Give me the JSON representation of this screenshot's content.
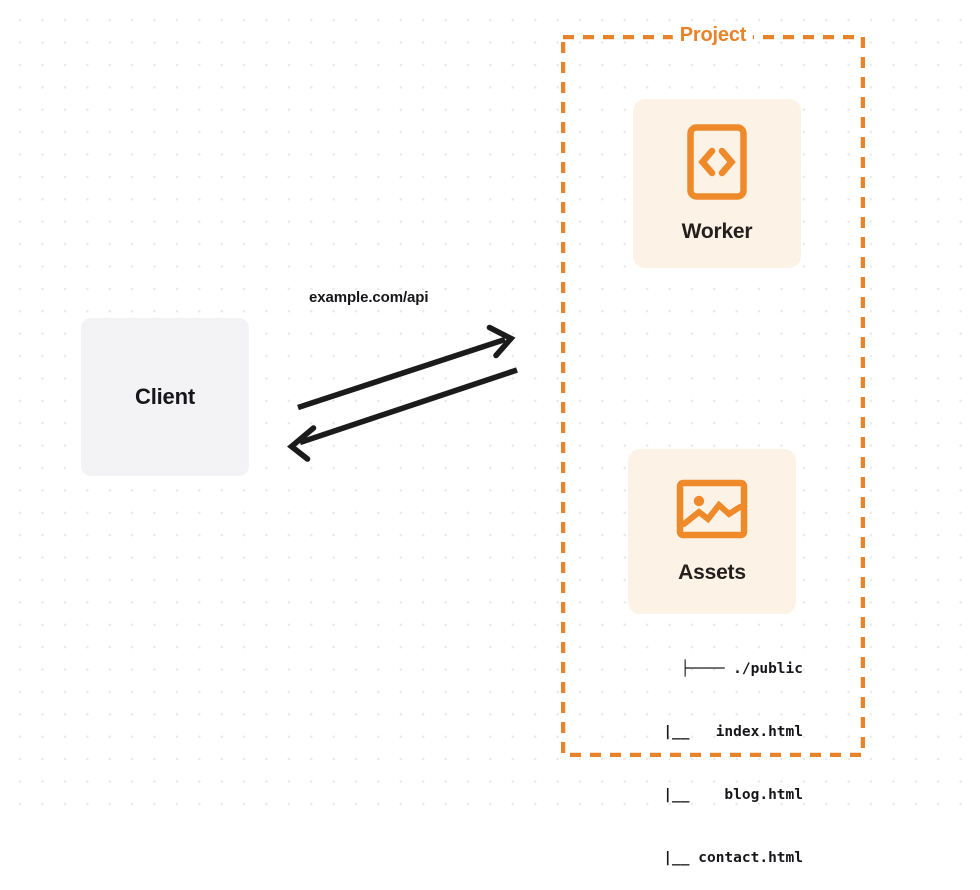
{
  "diagram_data": {
    "type": "diagram",
    "title": "Client to Project (Worker + Assets) request flow",
    "background": {
      "style": "dot-grid",
      "dot_color": "#e9e9e9",
      "page_color": "#ffffff"
    },
    "accent_color": "#e8832a",
    "nodes": [
      {
        "id": "client",
        "label": "Client",
        "fill": "#f3f3f5",
        "text_color": "#16161a"
      },
      {
        "id": "worker",
        "label": "Worker",
        "fill": "#fdf2e6",
        "icon": "code-brackets-icon",
        "icon_color": "#ef8a2b"
      },
      {
        "id": "assets",
        "label": "Assets",
        "fill": "#fdf2e6",
        "icon": "image-icon",
        "icon_color": "#ef8a2b"
      }
    ],
    "group": {
      "label": "Project",
      "border_style": "dashed",
      "border_color": "#e8832a"
    },
    "edges": [
      {
        "from": "client",
        "to": "project",
        "label": "example.com/api",
        "direction": "forward"
      },
      {
        "from": "project",
        "to": "client",
        "label": "",
        "direction": "backward"
      }
    ]
  },
  "client": {
    "label": "Client"
  },
  "request": {
    "label": "example.com/api"
  },
  "project": {
    "label": "Project"
  },
  "worker": {
    "label": "Worker",
    "icon": "code-brackets-icon"
  },
  "assets": {
    "label": "Assets",
    "icon": "image-icon"
  },
  "file_tree": {
    "rows": [
      "├──── ./public",
      "     |__   index.html",
      "     |__    blog.html",
      "     |__ contact.html"
    ],
    "root": "./public",
    "files": [
      "index.html",
      "blog.html",
      "contact.html"
    ]
  }
}
